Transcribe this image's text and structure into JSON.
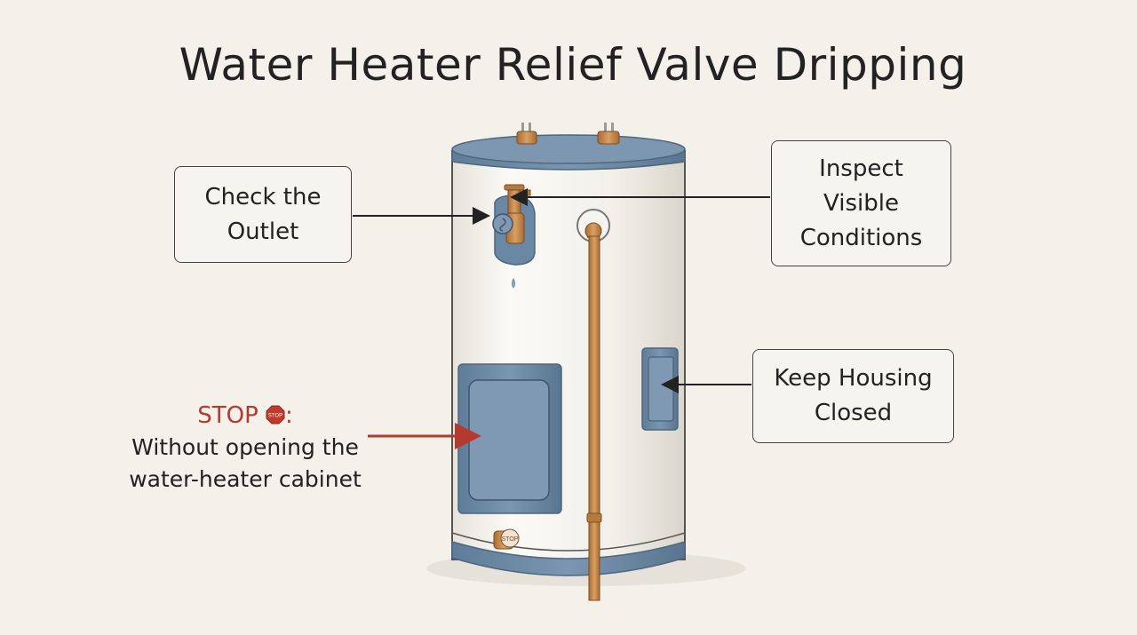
{
  "title": "Water Heater Relief Valve Dripping",
  "callouts": {
    "outlet": [
      "Check the",
      "Outlet"
    ],
    "inspect": [
      "Inspect",
      "Visible",
      "Conditions"
    ],
    "housing": [
      "Keep Housing",
      "Closed"
    ]
  },
  "warning": {
    "label": "STOP",
    "colon": ":",
    "sign_text": "STOP",
    "lines": [
      "Without opening the",
      "water-heater cabinet"
    ]
  },
  "colors": {
    "tank_blue": "#6f8ba6",
    "tank_body": "#f4f2ec",
    "copper": "#c98a4a",
    "warning_red": "#b5392c"
  }
}
